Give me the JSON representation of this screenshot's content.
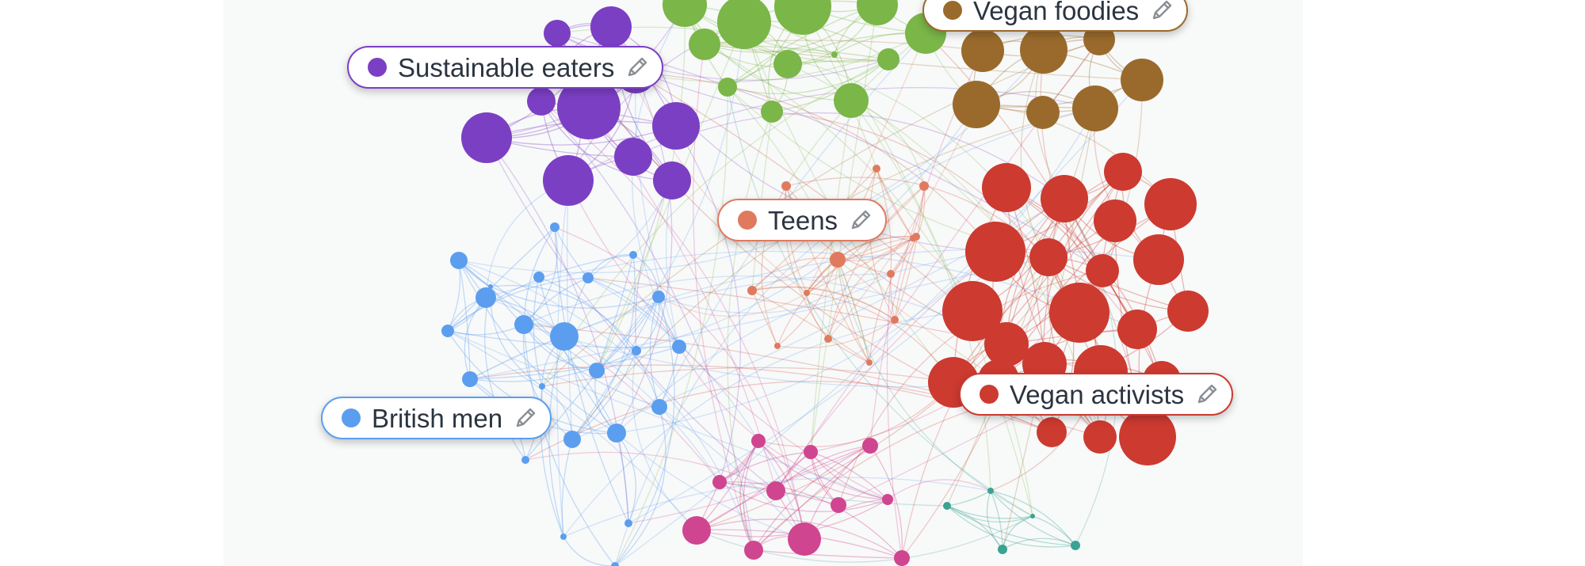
{
  "clusters": [
    {
      "id": "sustainable",
      "label": "Sustainable eaters",
      "color": "#7b3fc4"
    },
    {
      "id": "green",
      "label": "",
      "color": "#7ab648"
    },
    {
      "id": "foodies",
      "label": "Vegan foodies",
      "color": "#9a6a2c"
    },
    {
      "id": "teens",
      "label": "Teens",
      "color": "#e07a5f"
    },
    {
      "id": "activists",
      "label": "Vegan activists",
      "color": "#cc3a30"
    },
    {
      "id": "british",
      "label": "British men",
      "color": "#5b9ef0"
    },
    {
      "id": "pink",
      "label": "",
      "color": "#d0458f"
    },
    {
      "id": "teal",
      "label": "",
      "color": "#3aa392"
    }
  ],
  "labels": {
    "sustainable": {
      "text": "Sustainable eaters",
      "color": "#7b3fc4",
      "icon": "pencil-icon"
    },
    "foodies": {
      "text": "Vegan foodies",
      "color": "#9a6a2c",
      "icon": "pencil-icon"
    },
    "teens": {
      "text": "Teens",
      "color": "#e07a5f",
      "icon": "pencil-icon"
    },
    "activists": {
      "text": "Vegan activists",
      "color": "#cc3a30",
      "icon": "pencil-icon"
    },
    "british": {
      "text": "British men",
      "color": "#5b9ef0",
      "icon": "pencil-icon"
    }
  }
}
